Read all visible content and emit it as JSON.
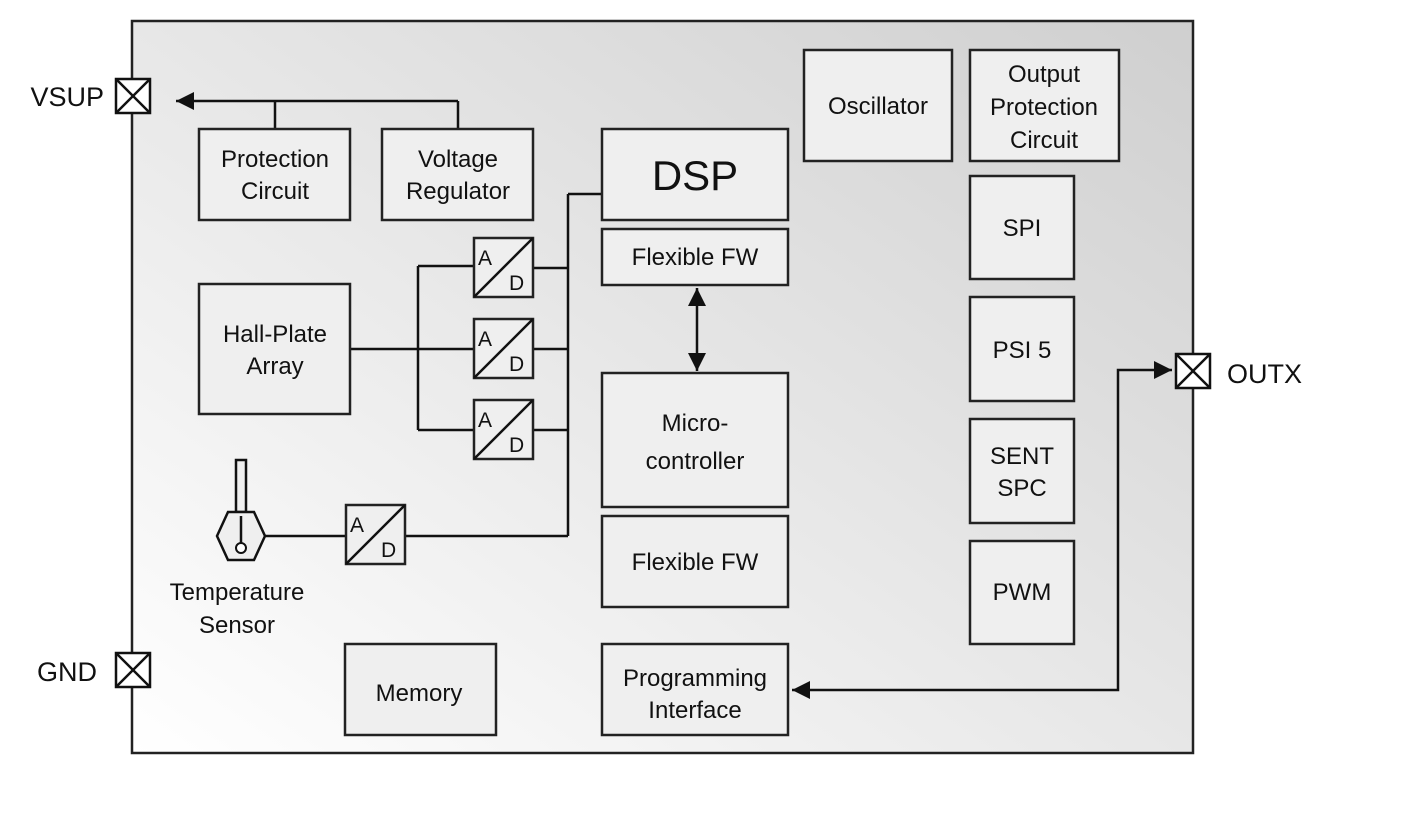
{
  "pins": {
    "vsup": "VSUP",
    "gnd": "GND",
    "outx": "OUTX"
  },
  "blocks": {
    "protection_circuit": [
      "Protection",
      "Circuit"
    ],
    "voltage_regulator": [
      "Voltage",
      "Regulator"
    ],
    "dsp": "DSP",
    "flexible_fw_top": "Flexible FW",
    "oscillator": "Oscillator",
    "output_protection": [
      "Output",
      "Protection",
      "Circuit"
    ],
    "hall_plate_array": [
      "Hall-Plate",
      "Array"
    ],
    "microcontroller": [
      "Micro-",
      "controller"
    ],
    "flexible_fw_bottom": "Flexible FW",
    "spi": "SPI",
    "psi5": "PSI 5",
    "sent_spc": [
      "SENT",
      "SPC"
    ],
    "pwm": "PWM",
    "temperature_sensor": [
      "Temperature",
      "Sensor"
    ],
    "memory": "Memory",
    "programming_interface": [
      "Programming",
      "Interface"
    ]
  },
  "adc": {
    "a": "A",
    "d": "D"
  },
  "colors": {
    "stroke": "#222222",
    "block_fill": "#efefef",
    "chip_gradient_start": "#cfcfcf",
    "chip_gradient_end": "#ffffff"
  }
}
